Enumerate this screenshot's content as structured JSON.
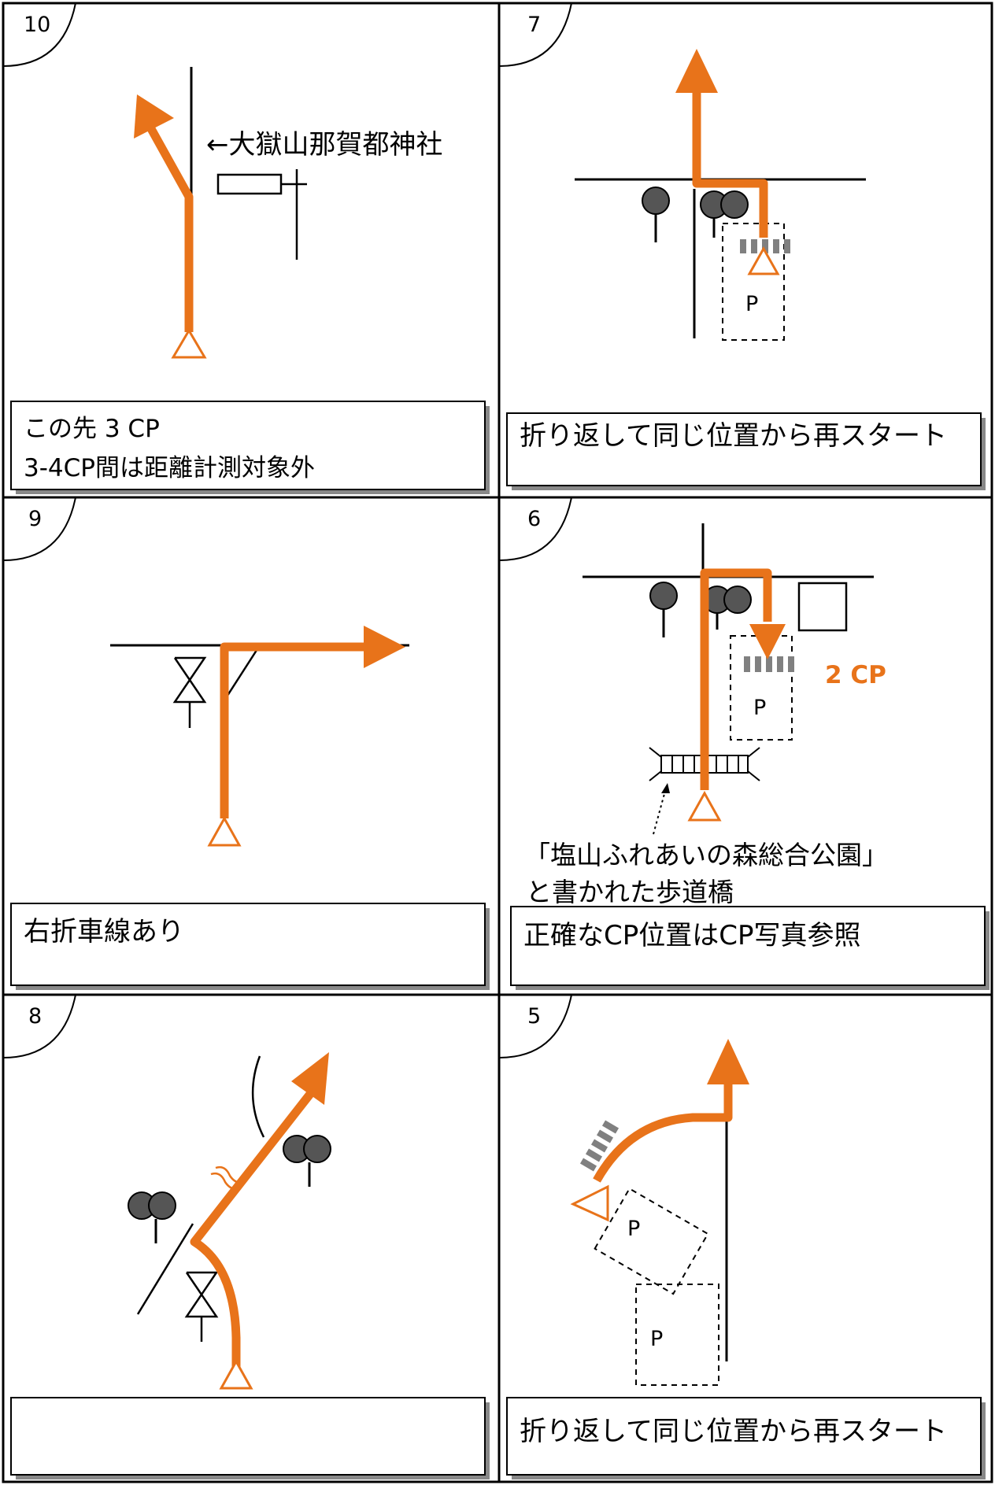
{
  "colors": {
    "route": "#E8731A",
    "line": "#000000",
    "stripe": "#808080",
    "signal": "#555555"
  },
  "panels": [
    {
      "number": "10",
      "caption_lines": [
        "この先 3 CP",
        "3-4CP間は距離計測対象外"
      ],
      "labels": [
        "←大獄山那賀都神社"
      ]
    },
    {
      "number": "7",
      "caption_lines": [
        "折り返して同じ位置から再スタート"
      ],
      "labels": [
        "P"
      ]
    },
    {
      "number": "9",
      "caption_lines": [
        "右折車線あり"
      ],
      "labels": []
    },
    {
      "number": "6",
      "caption_lines": [
        "正確なCP位置はCP写真参照"
      ],
      "labels": [
        "P",
        "2 CP",
        "「塩山ふれあいの森総合公園」",
        "と書かれた歩道橋"
      ]
    },
    {
      "number": "8",
      "caption_lines": [
        ""
      ],
      "labels": []
    },
    {
      "number": "5",
      "caption_lines": [
        "折り返して同じ位置から再スタート"
      ],
      "labels": [
        "P",
        "P"
      ]
    }
  ]
}
